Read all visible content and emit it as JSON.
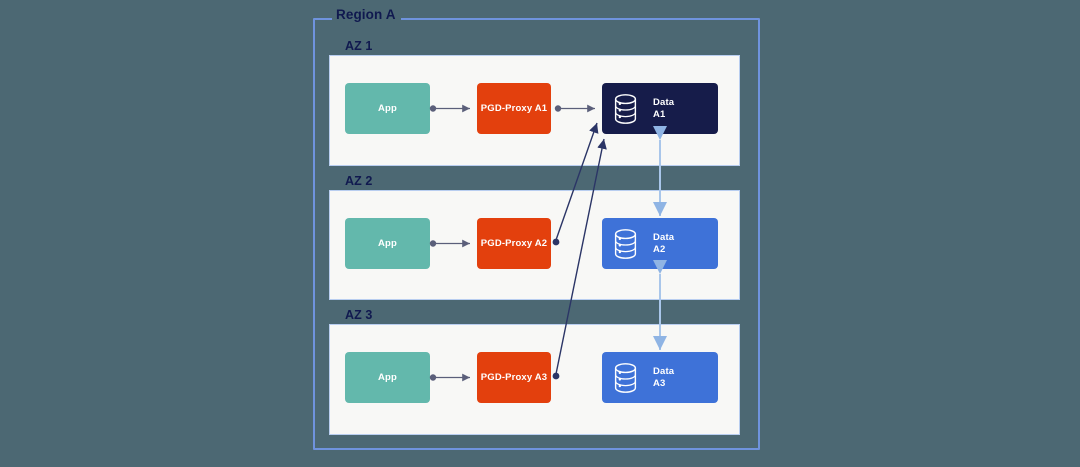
{
  "diagram": {
    "title": "Region A",
    "background_color": "#4c6873",
    "region": {
      "label": "Region A",
      "border_color": "#6f93dd"
    },
    "zones": [
      {
        "label": "AZ 1",
        "app": {
          "label": "App",
          "color": "#63b8ac"
        },
        "proxy": {
          "label": "PGD-Proxy A1",
          "color": "#e3400d"
        },
        "data": {
          "label": "Data\nA1",
          "color": "#161c4a",
          "icon": "database-icon",
          "role": "primary"
        }
      },
      {
        "label": "AZ 2",
        "app": {
          "label": "App",
          "color": "#63b8ac"
        },
        "proxy": {
          "label": "PGD-Proxy A2",
          "color": "#e3400d"
        },
        "data": {
          "label": "Data\nA2",
          "color": "#3e72d8",
          "icon": "database-icon",
          "role": "replica"
        }
      },
      {
        "label": "AZ 3",
        "app": {
          "label": "App",
          "color": "#63b8ac"
        },
        "proxy": {
          "label": "PGD-Proxy A3",
          "color": "#e3400d"
        },
        "data": {
          "label": "Data\nA3",
          "color": "#3e72d8",
          "icon": "database-icon",
          "role": "replica"
        }
      }
    ],
    "connectors": {
      "app_to_proxy_color": "#5b5f7a",
      "proxy_to_data_color": "#2b3566",
      "replication_color": "#a9c6ea",
      "app_to_proxy": [
        "App (AZ 1) to PGD-Proxy A1",
        "App (AZ 2) to PGD-Proxy A2",
        "App (AZ 3) to PGD-Proxy A3"
      ],
      "proxy_to_data": [
        "PGD-Proxy A1 to Data A1",
        "PGD-Proxy A2 to Data A1",
        "PGD-Proxy A3 to Data A1"
      ],
      "replication": [
        "Data A1 to Data A2 (bidirectional)",
        "Data A2 to Data A3 (bidirectional)"
      ]
    }
  }
}
